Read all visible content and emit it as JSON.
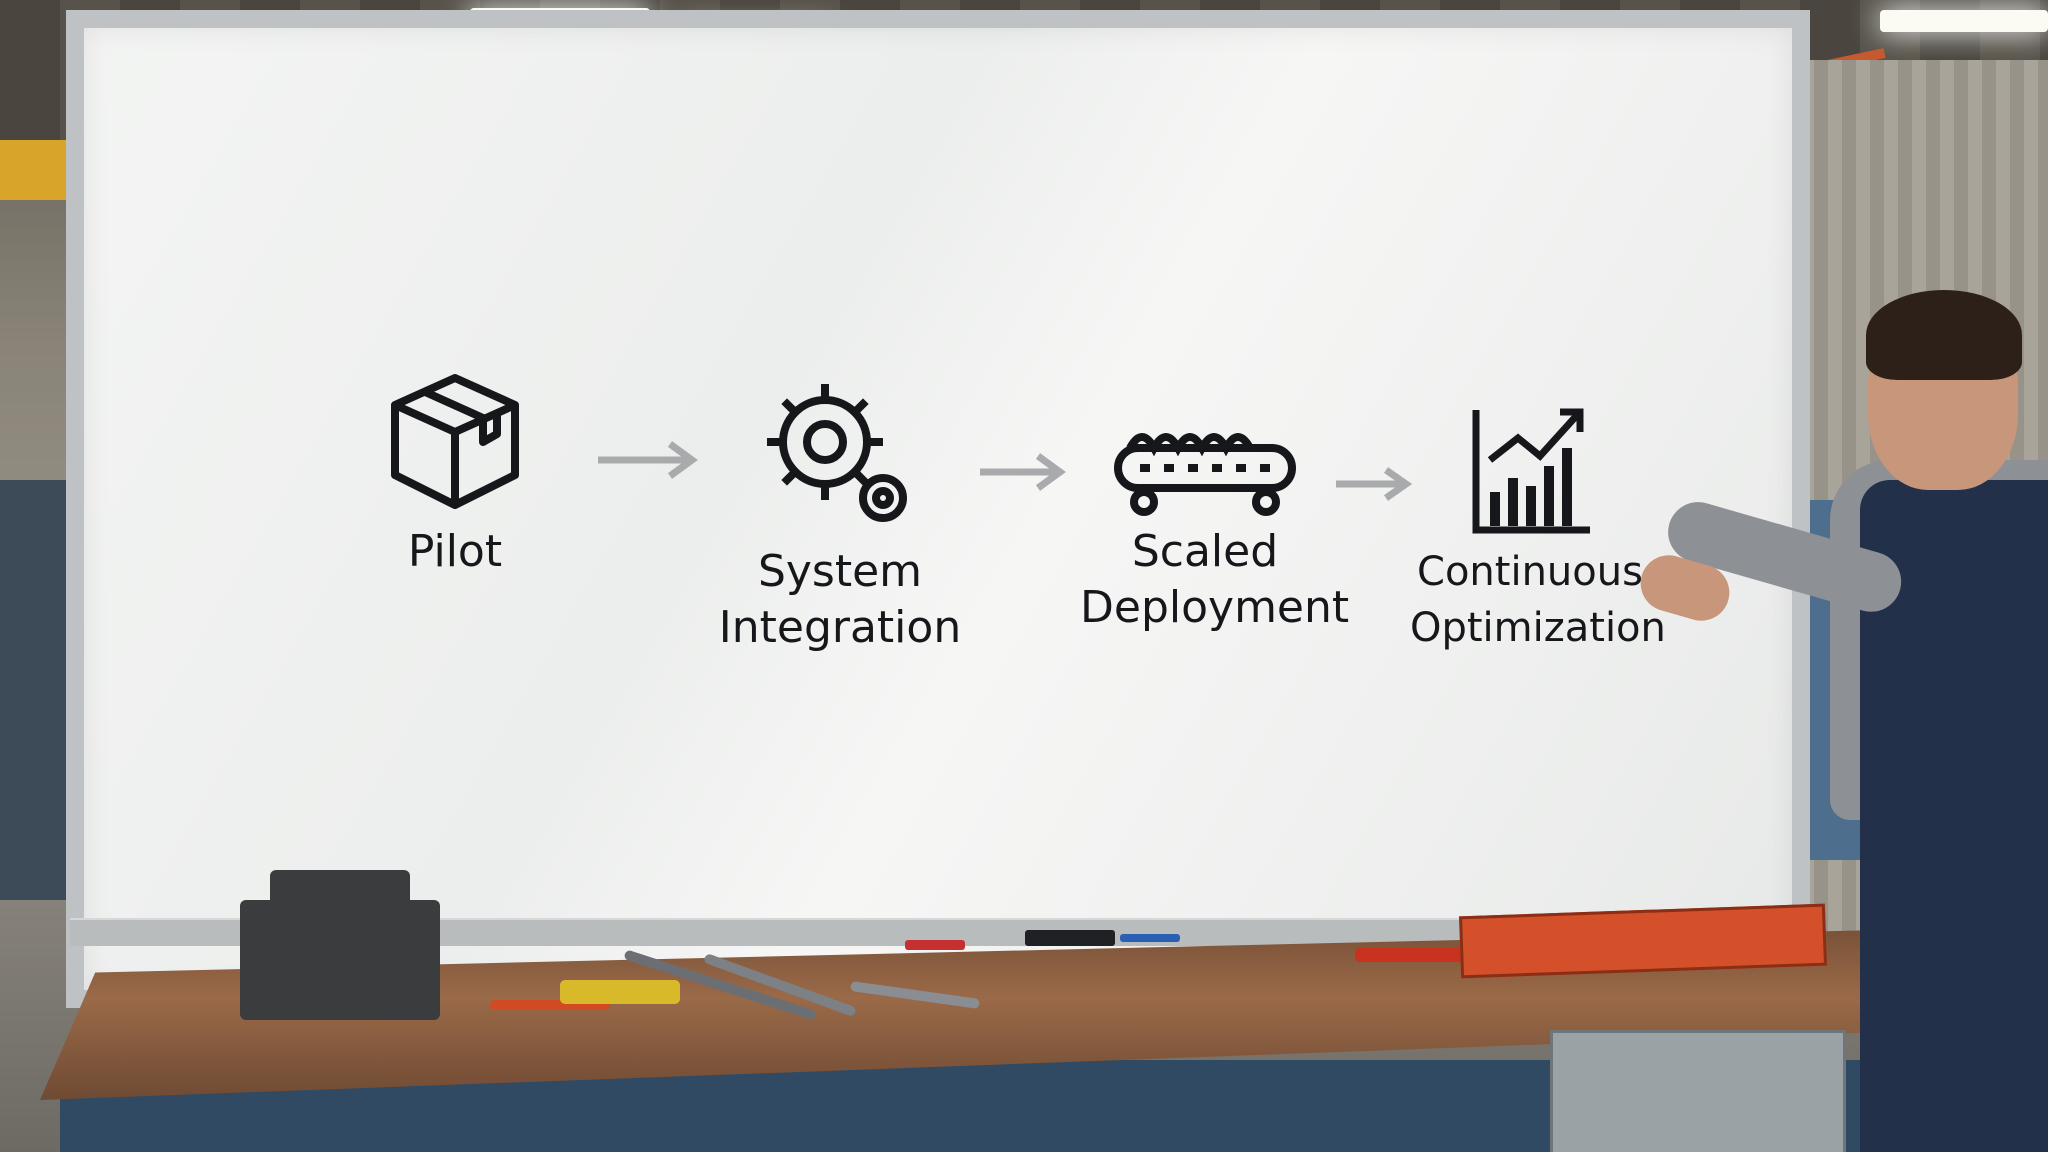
{
  "whiteboard": {
    "steps": [
      {
        "label_lines": [
          "Pilot"
        ],
        "icon": "box-icon"
      },
      {
        "label_lines": [
          "System",
          "Integration"
        ],
        "icon": "gears-icon"
      },
      {
        "label_lines": [
          "Scaled",
          "Deployment"
        ],
        "icon": "conveyor-icon"
      },
      {
        "label_lines": [
          "Continuous",
          "Optimization"
        ],
        "icon": "growth-chart-icon"
      }
    ],
    "arrow_color": "#a8aaac",
    "ink_color": "#15171b"
  },
  "colors": {
    "board_frame": "#bfc2c4",
    "bench_top": "#8a5e40",
    "toolbox": "#d4502a",
    "overalls": "#23304a"
  }
}
